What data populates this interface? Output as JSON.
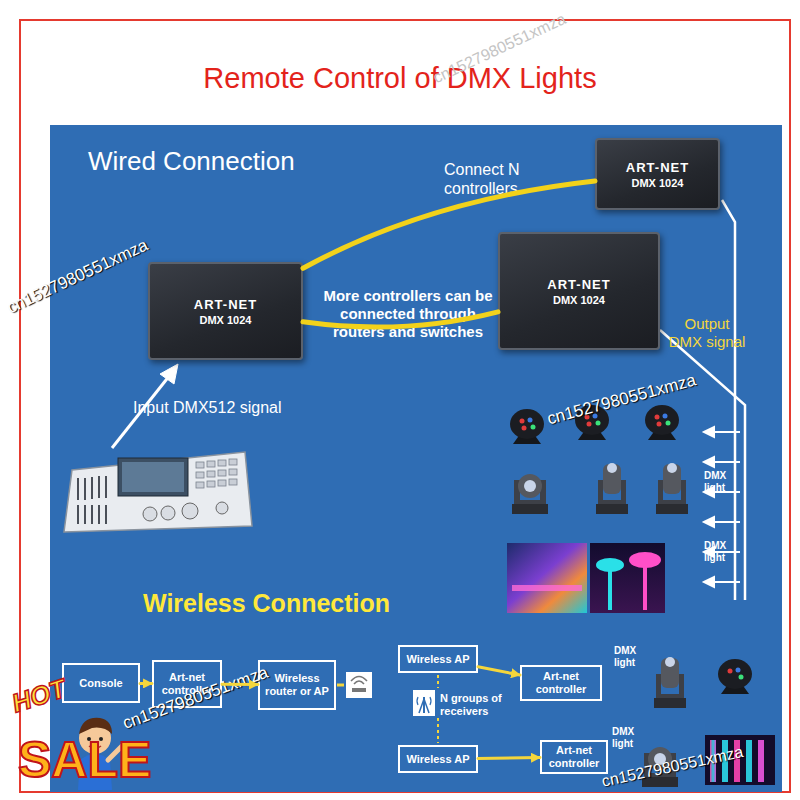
{
  "diagram": {
    "title": "Remote Control of DMX Lights",
    "nodes": [
      {
        "text": [
          "ART-NET",
          "DMX 1024"
        ]
      },
      {
        "text": [
          "ART-NET",
          "DMX 1024"
        ]
      },
      {
        "text": [
          "ART-NET",
          "DMX 1024"
        ]
      },
      {
        "text": [
          "Console"
        ]
      },
      {
        "text": [
          "Art-net controller"
        ]
      },
      {
        "text": [
          "Wireless router or AP"
        ]
      },
      {
        "text": [
          "Wireless AP"
        ]
      },
      {
        "text": [
          "Art-net controller"
        ]
      },
      {
        "text": [
          "Wireless AP"
        ]
      },
      {
        "text": [
          "Art-net controller"
        ]
      }
    ],
    "edges": [
      {
        "from": 0,
        "to": 1,
        "arrow": "none"
      },
      {
        "from": 0,
        "to": 2,
        "arrow": "none"
      },
      {
        "from": 3,
        "to": 4,
        "arrow": "to"
      },
      {
        "from": 4,
        "to": 5,
        "arrow": "to"
      },
      {
        "from": 6,
        "to": 7,
        "arrow": "to"
      },
      {
        "from": 8,
        "to": 9,
        "arrow": "to"
      }
    ],
    "labels": [
      "Wired Connection",
      "Connect N controllers",
      "More controllers can be connected through routers and switches",
      "Input DMX512 signal",
      "Output DMX signal",
      "DMX light",
      "DMX light",
      "Wireless Connection",
      "DMX light",
      "N groups of receivers",
      "DMX light",
      "cn1527980551xmza",
      "cn1527980551xmza",
      "cn1527980551xmza",
      "cn1527980551xmza",
      "cn1527980551xmza",
      "HOT",
      "SALE"
    ]
  }
}
